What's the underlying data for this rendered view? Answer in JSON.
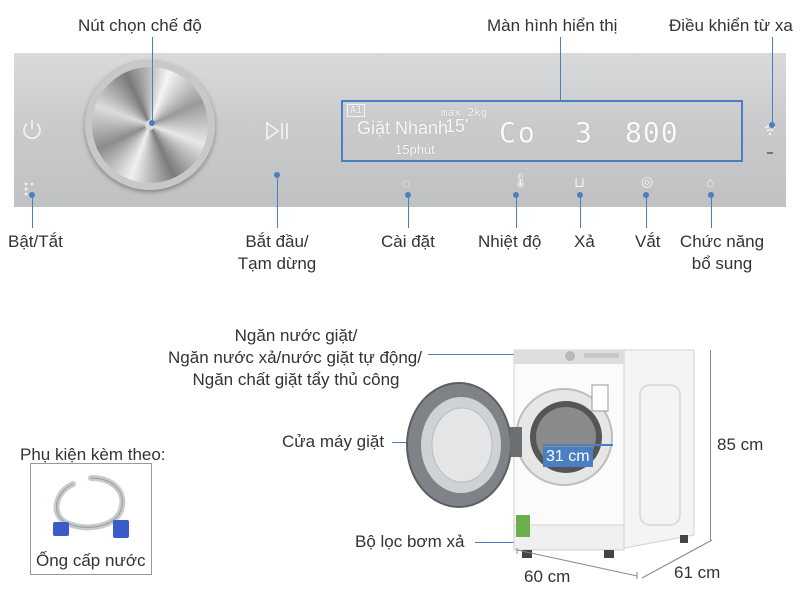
{
  "panel_labels": {
    "mode_knob": "Nút chọn chế độ",
    "display": "Màn hình hiển thị",
    "remote": "Điều khiển từ xa",
    "power": "Bật/Tắt",
    "start_line1": "Bắt đầu/",
    "start_line2": "Tạm dừng",
    "settings": "Cài đặt",
    "temperature": "Nhiệt độ",
    "rinse": "Xả",
    "spin": "Vắt",
    "extra_line1": "Chức năng",
    "extra_line2": "bổ sung"
  },
  "display": {
    "tag": "A1",
    "max_load": "max 2kg",
    "program": "Giặt Nhanh",
    "minutes_big": "15'",
    "minutes_small": "15phút",
    "seg1": "Co",
    "seg2": "3",
    "seg3": "800"
  },
  "machine_labels": {
    "drawer_line1": "Ngăn nước giặt/",
    "drawer_line2": "Ngăn nước xả/nước giặt tự động/",
    "drawer_line3": "Ngăn chất giặt tẩy thủ công",
    "door": "Cửa máy giặt",
    "filter": "Bộ lọc bơm xả",
    "door_size": "31 cm",
    "height": "85 cm",
    "width": "60 cm",
    "depth": "61 cm"
  },
  "accessories": {
    "title": "Phụ kiện kèm theo:",
    "item": "Ống cấp nước"
  },
  "colors": {
    "accent": "#4a7fc1",
    "panel": "#c9cbcd",
    "text": "#333333"
  }
}
